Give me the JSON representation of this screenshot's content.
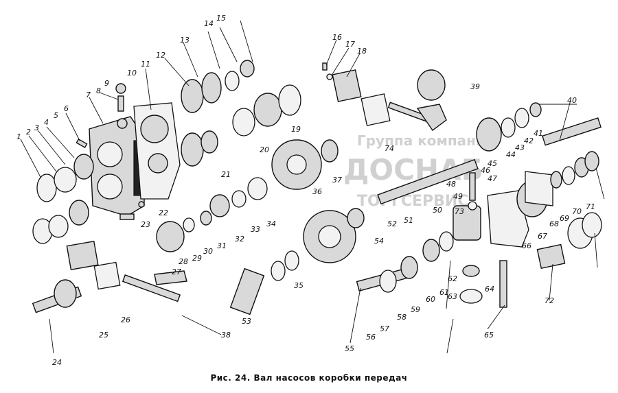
{
  "figure": {
    "caption": "Рис. 24. Вал насосов коробки передач"
  },
  "watermark": {
    "line1": "Группа компаний",
    "line2": "ДОСНАБ",
    "line3": "ТОРГСЕРВИС"
  },
  "labels": [
    "1",
    "2",
    "3",
    "4",
    "5",
    "6",
    "7",
    "8",
    "9",
    "10",
    "11",
    "12",
    "13",
    "14",
    "15",
    "16",
    "17",
    "18",
    "19",
    "20",
    "21",
    "22",
    "23",
    "24",
    "25",
    "26",
    "27",
    "28",
    "29",
    "30",
    "31",
    "32",
    "33",
    "34",
    "35",
    "36",
    "37",
    "38",
    "39",
    "40",
    "41",
    "42",
    "43",
    "44",
    "45",
    "46",
    "47",
    "48",
    "49",
    "50",
    "51",
    "52",
    "53",
    "54",
    "55",
    "56",
    "57",
    "58",
    "59",
    "60",
    "61",
    "62",
    "63",
    "64",
    "65",
    "66",
    "67",
    "68",
    "69",
    "70",
    "71",
    "72",
    "73",
    "74"
  ]
}
